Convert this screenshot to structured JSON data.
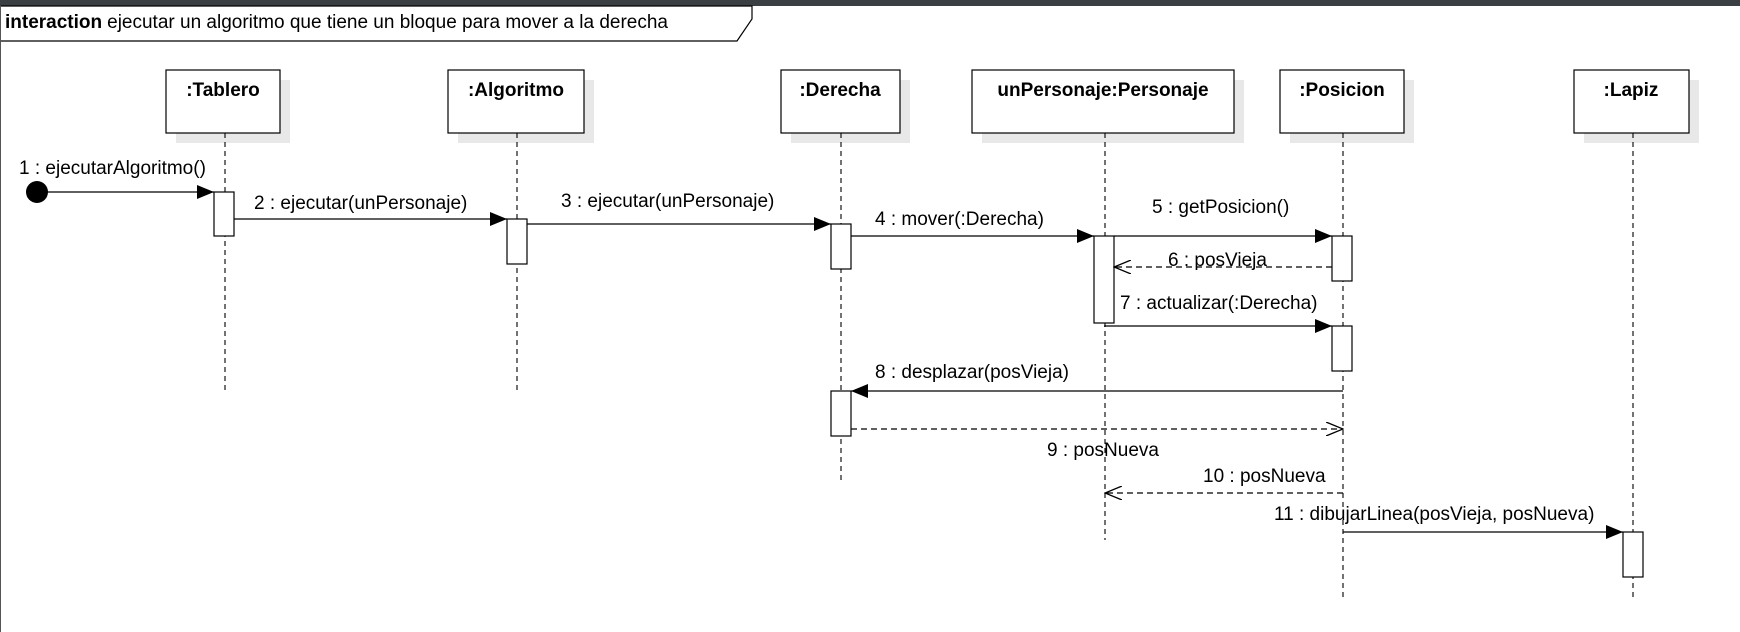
{
  "frame": {
    "keyword": "interaction",
    "title": "ejecutar un algoritmo que tiene un bloque para mover a la derecha"
  },
  "lifelines": [
    {
      "id": "tablero",
      "label": ":Tablero"
    },
    {
      "id": "algoritmo",
      "label": ":Algoritmo"
    },
    {
      "id": "derecha",
      "label": ":Derecha"
    },
    {
      "id": "personaje",
      "label": "unPersonaje:Personaje"
    },
    {
      "id": "posicion",
      "label": ":Posicion"
    },
    {
      "id": "lapiz",
      "label": ":Lapiz"
    }
  ],
  "messages": [
    {
      "label": "1 : ejecutarAlgoritmo()",
      "from": "start",
      "to": "tablero",
      "kind": "call"
    },
    {
      "label": "2 : ejecutar(unPersonaje)",
      "from": "tablero",
      "to": "algoritmo",
      "kind": "call"
    },
    {
      "label": "3 : ejecutar(unPersonaje)",
      "from": "algoritmo",
      "to": "derecha",
      "kind": "call"
    },
    {
      "label": "4 : mover(:Derecha)",
      "from": "derecha",
      "to": "personaje",
      "kind": "call"
    },
    {
      "label": "5 : getPosicion()",
      "from": "personaje",
      "to": "posicion",
      "kind": "call"
    },
    {
      "label": "6 : posVieja",
      "from": "posicion",
      "to": "personaje",
      "kind": "return"
    },
    {
      "label": "7 : actualizar(:Derecha)",
      "from": "personaje",
      "to": "posicion",
      "kind": "call"
    },
    {
      "label": "8 : desplazar(posVieja)",
      "from": "posicion",
      "to": "derecha",
      "kind": "call"
    },
    {
      "label": "9 : posNueva",
      "from": "derecha",
      "to": "posicion",
      "kind": "return"
    },
    {
      "label": "10 : posNueva",
      "from": "posicion",
      "to": "personaje",
      "kind": "return"
    },
    {
      "label": "11 : dibujarLinea(posVieja, posNueva)",
      "from": "posicion",
      "to": "lapiz",
      "kind": "call"
    }
  ]
}
